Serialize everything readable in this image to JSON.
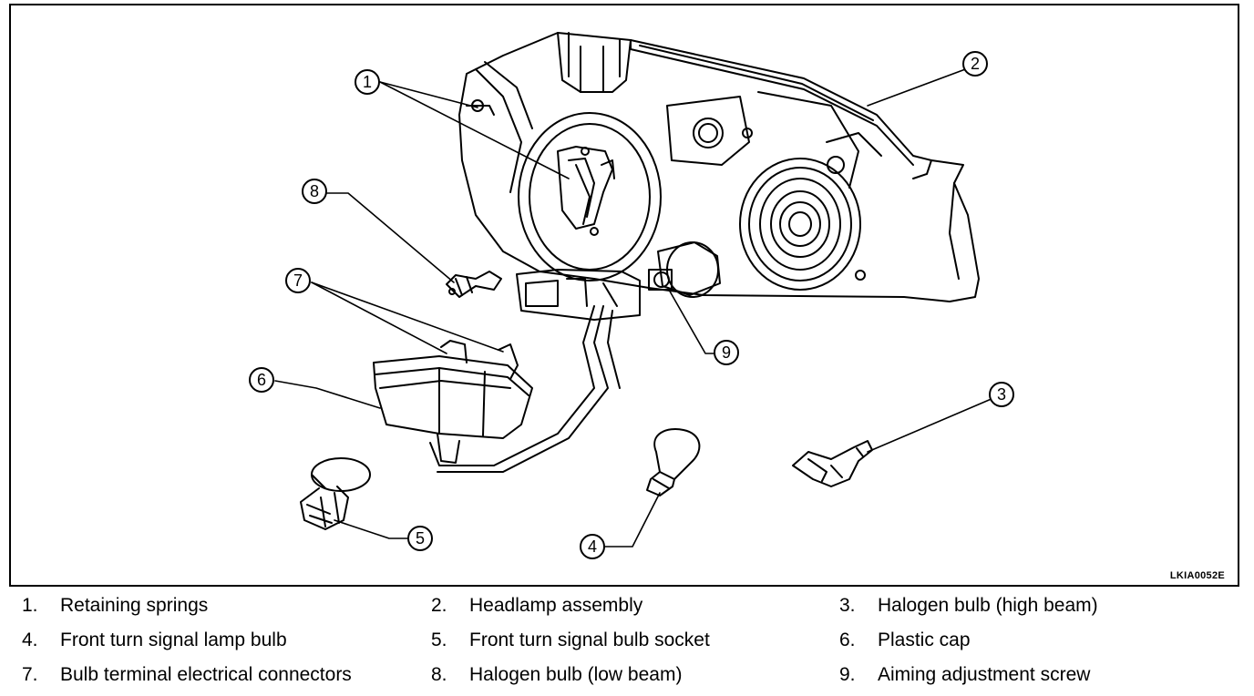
{
  "figure_code": "LKIA0052E",
  "callouts": [
    "1",
    "2",
    "3",
    "4",
    "5",
    "6",
    "7",
    "8",
    "9"
  ],
  "legend": [
    {
      "num": "1.",
      "text": "Retaining springs"
    },
    {
      "num": "2.",
      "text": "Headlamp assembly"
    },
    {
      "num": "3.",
      "text": "Halogen bulb (high beam)"
    },
    {
      "num": "4.",
      "text": "Front turn signal lamp bulb"
    },
    {
      "num": "5.",
      "text": "Front turn signal bulb socket"
    },
    {
      "num": "6.",
      "text": "Plastic cap"
    },
    {
      "num": "7.",
      "text": "Bulb terminal electrical connectors"
    },
    {
      "num": "8.",
      "text": "Halogen bulb (low beam)"
    },
    {
      "num": "9.",
      "text": "Aiming adjustment screw"
    }
  ]
}
